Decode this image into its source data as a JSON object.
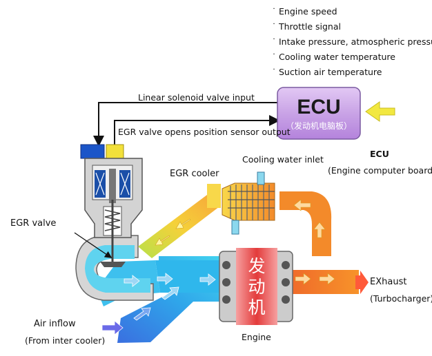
{
  "ecu_inputs": [
    "Engine speed",
    "Throttle signal",
    "Intake pressure, atmospheric pressure",
    "Cooling water temperature",
    "Suction air temperature"
  ],
  "ecu_box": {
    "title": "ECU",
    "subtitle": "（发动机电脑板）"
  },
  "labels": {
    "solenoid_input": "Linear solenoid valve input",
    "position_sensor_output": "EGR valve opens position sensor output",
    "egr_cooler": "EGR cooler",
    "cooling_water_inlet": "Cooling water inlet",
    "ecu_title": "ECU",
    "ecu_desc": "(Engine computer board)",
    "egr_valve": "EGR valve",
    "air_inflow": "Air inflow",
    "air_inflow_sub": "(From inter cooler)",
    "engine": "Engine",
    "engine_chars": [
      "发",
      "动",
      "机"
    ],
    "exhaust": "EXhaust",
    "exhaust_sub": "(Turbocharger)"
  },
  "colors": {
    "ecu_fill": "#c9a3e6",
    "arrow_yellow": "#f2e840",
    "air_blue": "#2f8fe0",
    "exhaust_orange": "#f07a22",
    "engine_red": "#e33b3b"
  }
}
